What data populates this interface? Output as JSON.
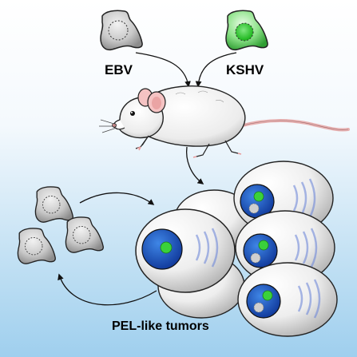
{
  "labels": {
    "ebv": "EBV",
    "kshv": "KSHV",
    "tumors": "PEL-like tumors"
  },
  "colors": {
    "background_top": "#ffffff",
    "background_bottom": "#9fcfee",
    "ebv_cell": "#c8c8c8",
    "kshv_cell": "#39c33d",
    "tumor_nucleus": "#1c50b8",
    "kshv_episome": "#3ad13a",
    "ebv_episome": "#cfcfcf"
  },
  "icons": [
    "ebv-infected-b-cell-icon",
    "kshv-infected-b-cell-icon",
    "mouse-icon",
    "pel-tumor-cell-icon",
    "arrow-icon"
  ]
}
